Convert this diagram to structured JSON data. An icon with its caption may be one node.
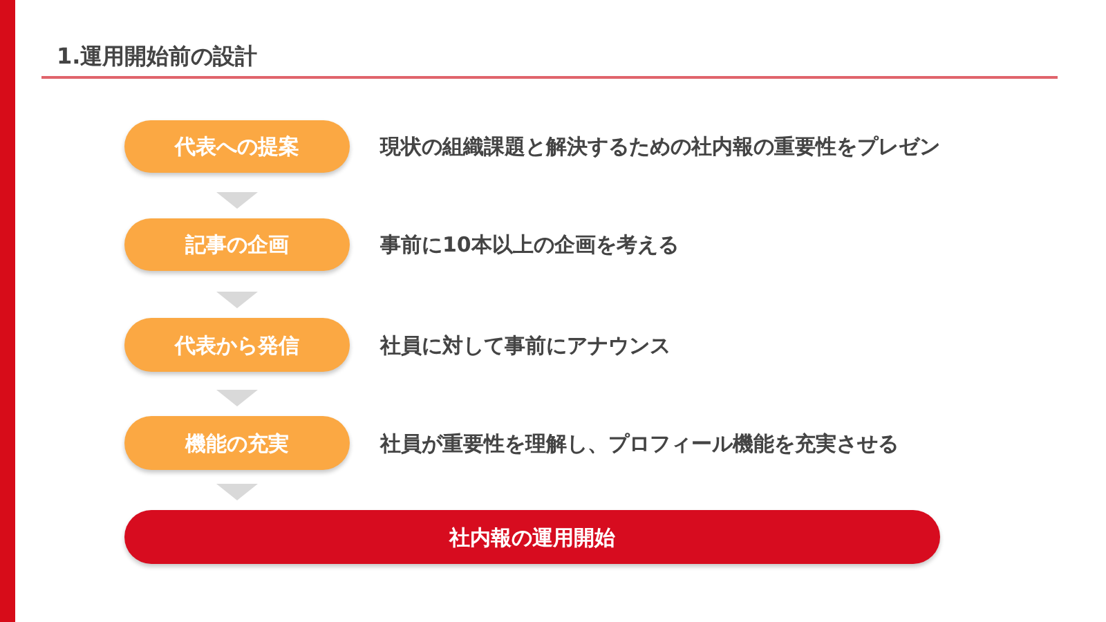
{
  "diagram": {
    "title": "1.運用開始前の設計",
    "nodes": [
      {
        "text": [
          "代表への提案"
        ],
        "beside": [
          "現状の組織課題と解決するための社内報の重要性をプレゼン"
        ]
      },
      {
        "text": [
          "記事の企画"
        ],
        "beside": [
          "事前に10本以上の企画を考える"
        ]
      },
      {
        "text": [
          "代表から発信"
        ],
        "beside": [
          "社員に対して事前にアナウンス"
        ]
      },
      {
        "text": [
          "機能の充実"
        ],
        "beside": [
          "社員が重要性を理解し、プロフィール機能を充実させる"
        ]
      },
      {
        "text": [
          "社内報の運用開始"
        ]
      }
    ],
    "edges": [
      {
        "from": 0,
        "to": 1,
        "arrow": "to"
      },
      {
        "from": 1,
        "to": 2,
        "arrow": "to"
      },
      {
        "from": 2,
        "to": 3,
        "arrow": "to"
      },
      {
        "from": 3,
        "to": 4,
        "arrow": "to"
      }
    ]
  }
}
